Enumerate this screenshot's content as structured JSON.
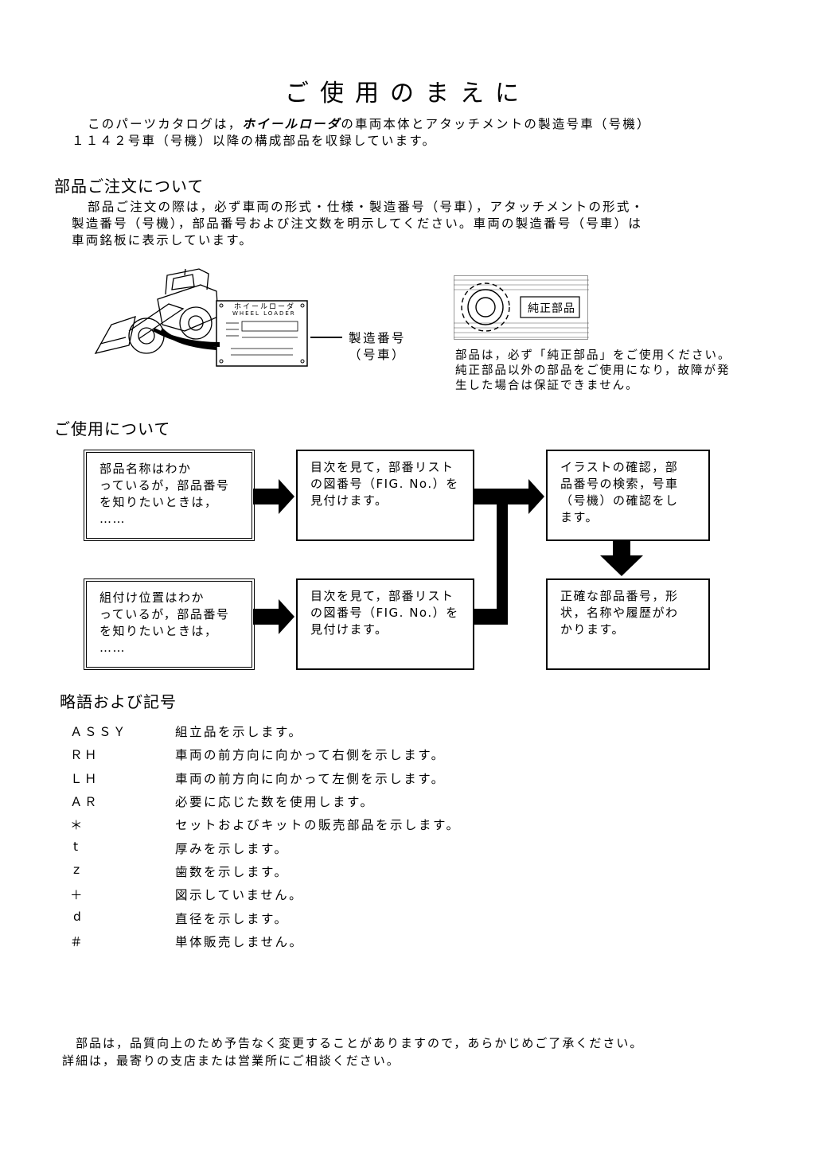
{
  "title": "ご使用のまえに",
  "intro": {
    "line1_pre": "このパーツカタログは，",
    "brand": "ホイールローダ",
    "line1_post": "の車両本体とアタッチメントの製造号車（号機）",
    "line2": "１１４２号車（号機）以降の構成部品を収録しています。"
  },
  "ordering": {
    "heading": "部品ご注文について",
    "lines": [
      "部品ご注文の際は，必ず車両の形式・仕様・製造番号（号車），アタッチメントの形式・",
      "製造番号（号機），部品番号および注文数を明示してください。車両の製造番号（号車）は",
      "車両銘板に表示しています。"
    ],
    "plate": {
      "title": "ホイールローダ",
      "subtitle": "WHEEL LOADER",
      "label_serial_line1": "製造番号",
      "label_serial_line2": "（号車）"
    },
    "genuine": {
      "badge": "純正部品",
      "notes": [
        "部品は，必ず「純正部品」をご使用ください。",
        "純正部品以外の部品をご使用になり，故障が発",
        "生した場合は保証できません。"
      ]
    }
  },
  "usage": {
    "heading": "ご使用について",
    "box1": "部品名称はわか\nっているが，部品番号\nを知りたいときは，\n……",
    "box2": "目次を見て，部番リスト\nの図番号（FIG. No.）を\n見付けます。",
    "box3": "イラストの確認，部\n品番号の検索，号車\n（号機）の確認をし\nます。",
    "box4": "組付け位置はわか\nっているが，部品番号\nを知りたいときは，\n……",
    "box5": "目次を見て，部番リスト\nの図番号（FIG. No.）を\n見付けます。",
    "box6": "正確な部品番号，形\n状，名称や履歴がわ\nかります。"
  },
  "abbreviations": {
    "heading": "略語および記号",
    "items": [
      {
        "key": "ＡＳＳＹ",
        "desc": "組立品を示します。"
      },
      {
        "key": "ＲＨ",
        "desc": "車両の前方向に向かって右側を示します。"
      },
      {
        "key": "ＬＨ",
        "desc": "車両の前方向に向かって左側を示します。"
      },
      {
        "key": "ＡＲ",
        "desc": "必要に応じた数を使用します。"
      },
      {
        "key": "＊",
        "desc": "セットおよびキットの販売部品を示します。"
      },
      {
        "key": "t",
        "desc": "厚みを示します。"
      },
      {
        "key": "z",
        "desc": "歯数を示します。"
      },
      {
        "key": "＋",
        "desc": "図示していません。"
      },
      {
        "key": "d",
        "desc": "直径を示します。"
      },
      {
        "key": "＃",
        "desc": "単体販売しません。"
      }
    ]
  },
  "footer": {
    "line1": "部品は，品質向上のため予告なく変更することがありますので，あらかじめご了承ください。",
    "line2": "詳細は，最寄りの支店または営業所にご相談ください。"
  }
}
